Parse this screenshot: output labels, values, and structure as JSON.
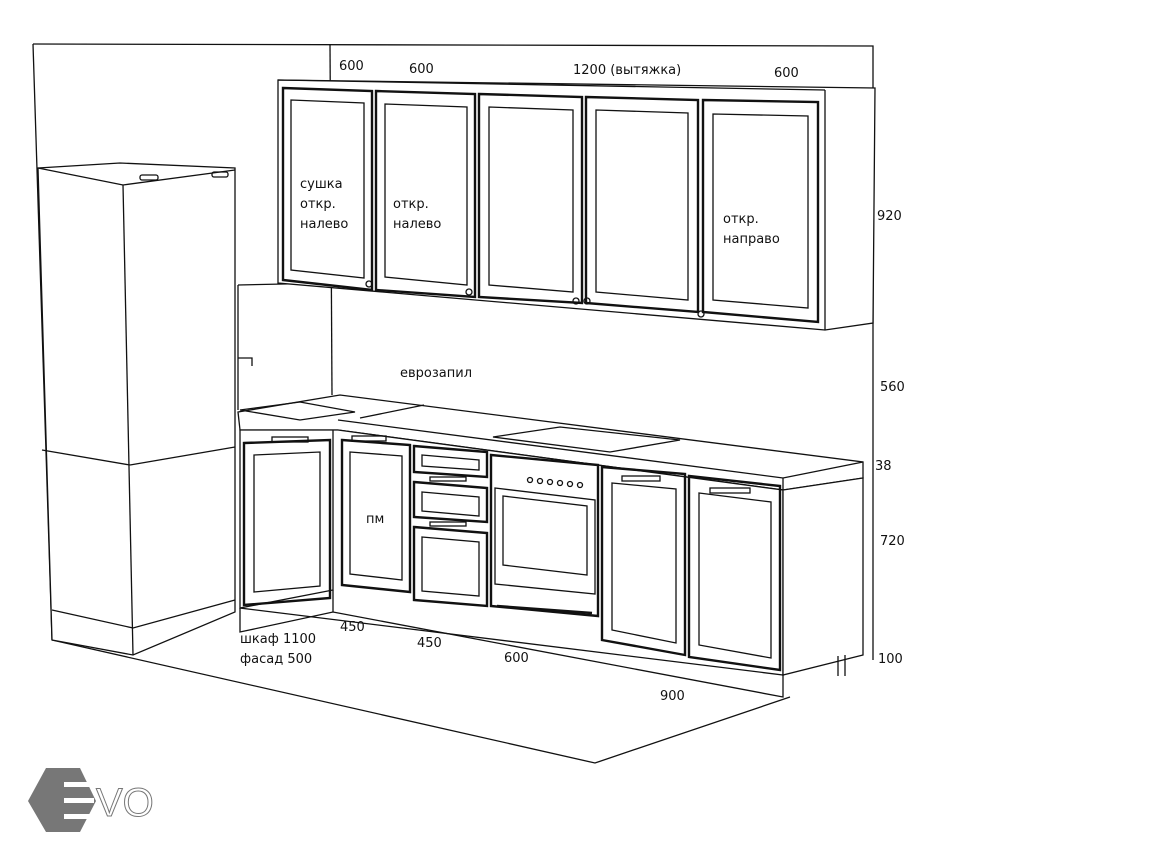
{
  "upper_dimensions": {
    "w1": "600",
    "w2": "600",
    "w3": "1200 (вытяжка)",
    "w4": "600"
  },
  "upper_notes": {
    "c1": [
      "сушка",
      "откр.",
      "налево"
    ],
    "c2": [
      "откр.",
      "налево"
    ],
    "c5": [
      "откр.",
      "направо"
    ]
  },
  "height_dimensions": {
    "upper": "920",
    "gap": "560",
    "countertop": "38",
    "base": "720",
    "plinth": "100"
  },
  "base_notes": {
    "dishwasher": "пм",
    "countertop_joint": "еврозапил",
    "corner_cabinet": "шкаф 1100",
    "corner_facade": "фасад 500"
  },
  "base_dimensions": {
    "d1": "450",
    "d2": "450",
    "d3": "600",
    "d4": "900"
  },
  "logo": {
    "text": "EVO",
    "color": "#777777"
  }
}
